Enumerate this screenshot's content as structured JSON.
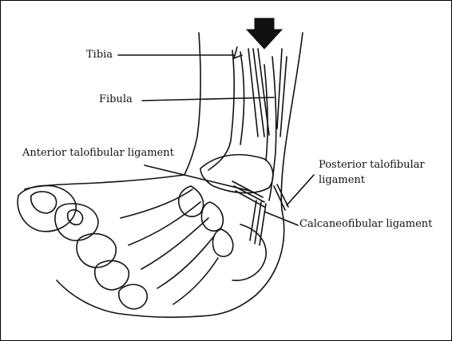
{
  "labels": {
    "tibia": "Tibia",
    "fibula": "Fibula",
    "anterior_talofibular": "Anterior talofibular ligament",
    "posterior_talofibular_line1": "Posterior talofibular",
    "posterior_talofibular_line2": "ligament",
    "calcaneofibular": "Calcaneofibular ligament"
  },
  "colors": {
    "ink": "#111111",
    "background": "#ffffff"
  },
  "icons": {
    "force_arrow": "down-arrow-icon"
  }
}
